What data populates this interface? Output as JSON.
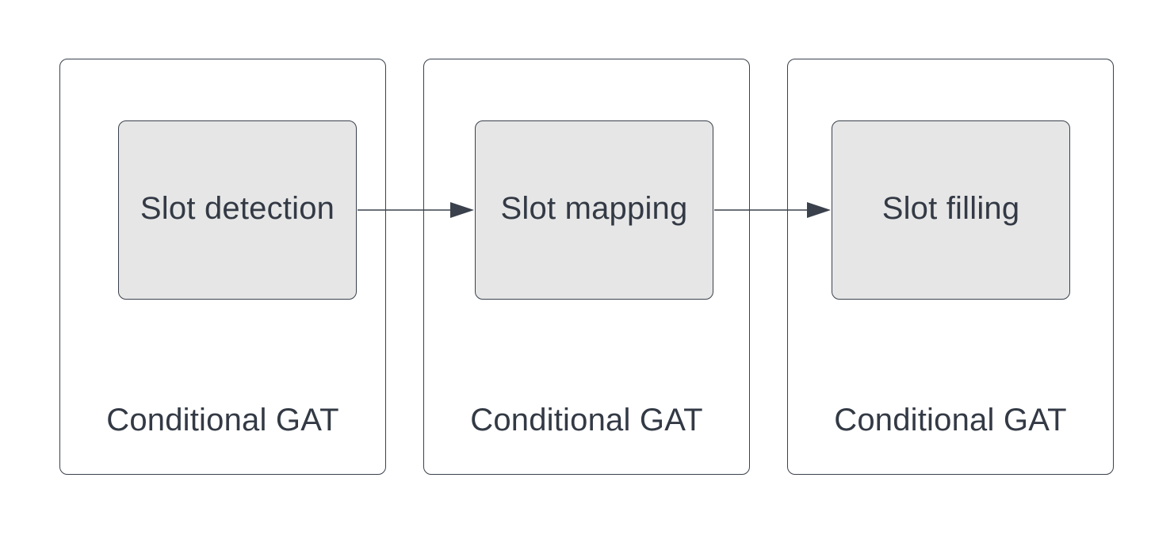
{
  "diagram": {
    "stages": [
      {
        "label": "Slot detection",
        "container_label": "Conditional GAT"
      },
      {
        "label": "Slot mapping",
        "container_label": "Conditional GAT"
      },
      {
        "label": "Slot filling",
        "container_label": "Conditional GAT"
      }
    ],
    "edges": [
      {
        "from": "Slot detection",
        "to": "Slot mapping"
      },
      {
        "from": "Slot mapping",
        "to": "Slot filling"
      }
    ],
    "colors": {
      "stroke": "#3a414c",
      "box_fill": "#e6e6e6",
      "text": "#333a45",
      "background": "#ffffff"
    }
  }
}
